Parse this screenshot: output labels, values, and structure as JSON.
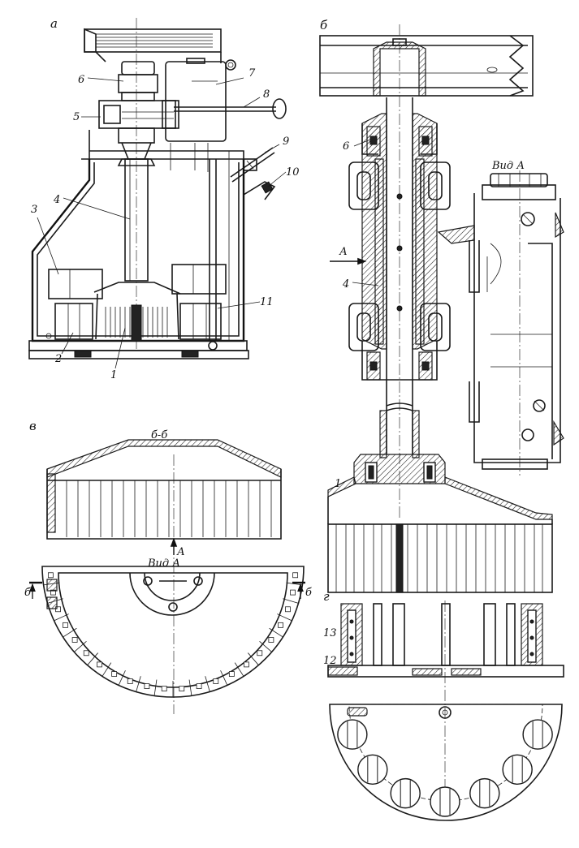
{
  "views": {
    "a": "а",
    "b": "б",
    "v": "в",
    "g": "г"
  },
  "parts": {
    "p1": "1",
    "p2": "2",
    "p3": "3",
    "p4": "4",
    "p5": "5",
    "p6": "6",
    "p7": "7",
    "p8": "8",
    "p9": "9",
    "p10": "10",
    "p11": "11",
    "p12": "12",
    "p13": "13"
  },
  "section_label": "б-б",
  "view_label": "Вид А",
  "arrow_label": "А",
  "cut_label": "б"
}
